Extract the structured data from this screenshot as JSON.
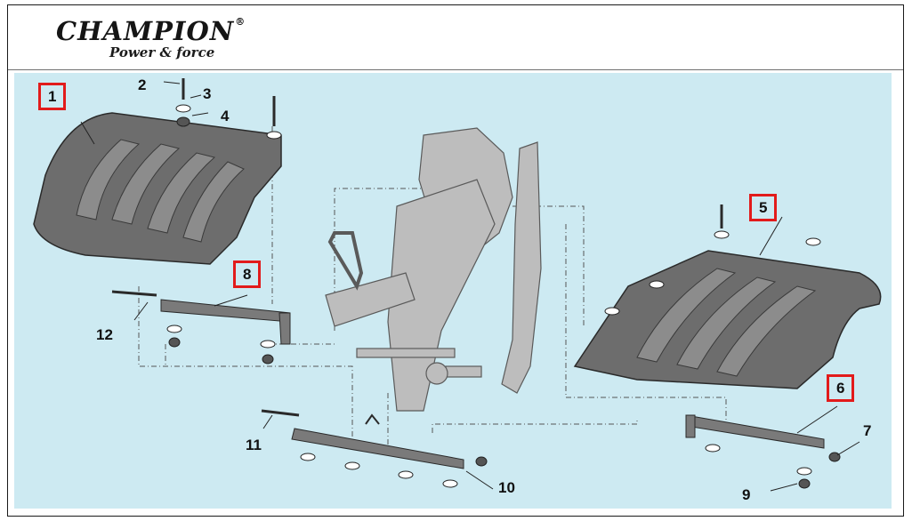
{
  "header": {
    "brand": "CHAMPION",
    "brand_reg": "®",
    "tagline": "Power & force"
  },
  "callouts": {
    "n1": "1",
    "n2": "2",
    "n3": "3",
    "n4": "4",
    "n5": "5",
    "n6": "6",
    "n7": "7",
    "n8": "8",
    "n9": "9",
    "n10": "10",
    "n11": "11",
    "n12": "12"
  },
  "colors": {
    "background": "#cdeaf2",
    "plate": "#6d6d6d",
    "frame": "#bdbdbd",
    "highlight_box": "#e21b1b"
  }
}
